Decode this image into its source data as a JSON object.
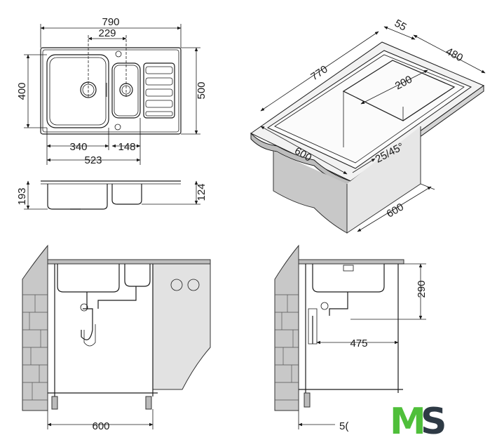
{
  "top_view": {
    "overall_width": "790",
    "bowl_center_spacing": "229",
    "overall_depth": "500",
    "bowl_depth": "400",
    "large_bowl_width": "340",
    "small_bowl_width": "148",
    "bowls_total_width": "523"
  },
  "section_view": {
    "large_bowl_height": "193",
    "small_bowl_height": "124"
  },
  "iso_view": {
    "length": "770",
    "edge": "55",
    "depth": "480",
    "drainer": "200",
    "cabinet_depth": "600",
    "front_width": "600",
    "corner": "25/45°"
  },
  "install_front": {
    "cabinet_width": "600"
  },
  "install_side": {
    "height": "290",
    "waste_offset": "475",
    "cabinet_partial": "5("
  },
  "logo": {
    "letter_m": "M",
    "letter_s": "S",
    "m_color": "#4fbf3a",
    "s_color": "#2e3a45"
  }
}
